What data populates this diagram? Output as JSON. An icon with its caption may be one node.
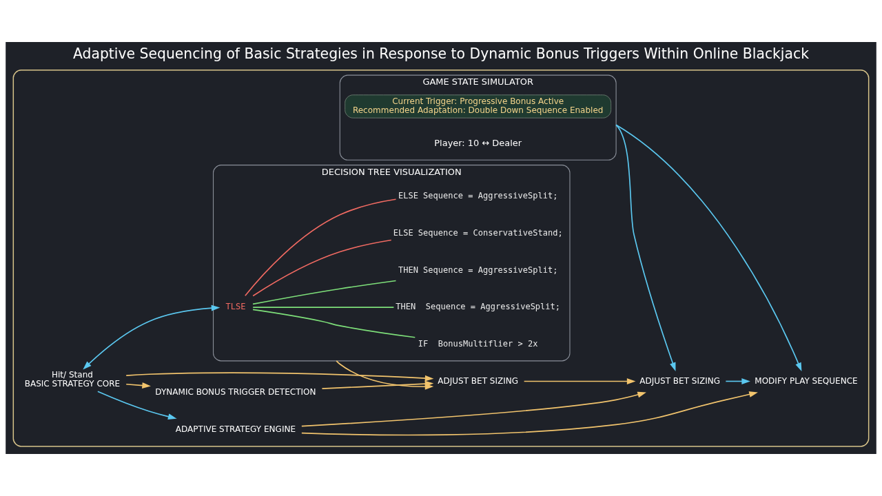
{
  "diagram": {
    "title": "Adaptive Sequencing of Basic Strategies in Response to Dynamic Bonus Triggers Within Online Blackjack",
    "nodes": [
      {
        "text": [],
        "shape": "box"
      },
      {
        "text": [
          "ADAPTIVE STRATEGY ENGINE"
        ],
        "in": 0
      },
      {
        "text": [
          "Hit/ Stand",
          "BASIC STRATEGY CORE"
        ],
        "in": 0
      },
      {
        "text": [
          "DYNAMIC BONUS TRIGGER DETECTION"
        ],
        "in": 0
      },
      {
        "text": [
          "ADJUST BET SIZING"
        ],
        "in": 0
      },
      {
        "text": [
          "ADJUST BET SIZING"
        ],
        "in": 0
      },
      {
        "text": [
          "MODIFY PLAY SEQUENCE"
        ],
        "in": 0
      },
      {
        "text": [
          "DECISION TREE VISUALIZATION"
        ],
        "in": 0
      },
      {
        "text": [
          "TLSE"
        ],
        "in": 7
      },
      {
        "text": [
          "IF  BonusMultiflier > 2x"
        ],
        "in": 7
      },
      {
        "text": [
          "THEN  Sequence = AggressiveSplit;"
        ],
        "in": 7
      },
      {
        "text": [
          "THEN Sequence = AggressiveSplit;"
        ],
        "in": 7
      },
      {
        "text": [
          "ELSE Sequence = ConservativeStand;"
        ],
        "in": 7
      },
      {
        "text": [
          "ELSE Sequence = AggressiveSplit;"
        ],
        "in": 7
      },
      {
        "text": [
          "GAME STATE SIMULATOR"
        ],
        "in": 0
      },
      {
        "text": [
          "Current Trigger: Progressive Bonus Active",
          "Recommended Adaptation: Double Down Sequence Enabled"
        ],
        "in": 14
      }
    ],
    "edges": [
      {
        "from": 2,
        "to": 3,
        "arrow": "to"
      },
      {
        "from": 3,
        "to": 4,
        "arrow": "to"
      },
      {
        "from": 4,
        "to": 5,
        "arrow": "to"
      },
      {
        "from": 5,
        "to": 6,
        "arrow": "to",
        "color": "#5bc8f0"
      },
      {
        "from": 2,
        "to": 1,
        "arrow": "to",
        "color": "#5bc8f0"
      },
      {
        "from": 1,
        "to": 5,
        "arrow": "to"
      },
      {
        "from": 1,
        "to": 6,
        "arrow": "to"
      },
      {
        "from": 2,
        "to": 4,
        "arrow": "to"
      },
      {
        "from": 7,
        "to": 4,
        "arrow": "to"
      },
      {
        "from": 14,
        "to": 5,
        "arrow": "to",
        "color": "#5bc8f0"
      },
      {
        "from": 14,
        "to": 6,
        "arrow": "to",
        "color": "#5bc8f0"
      },
      {
        "from": 2,
        "to": 8,
        "arrow": "both",
        "color": "#5bc8f0"
      },
      {
        "from": 8,
        "to": 9,
        "arrow": "none",
        "color": "#7ee07a"
      },
      {
        "from": 8,
        "to": 10,
        "arrow": "none",
        "color": "#7ee07a"
      },
      {
        "from": 8,
        "to": 11,
        "arrow": "none",
        "color": "#7ee07a"
      },
      {
        "from": 8,
        "to": 12,
        "arrow": "none",
        "color": "#f06a62"
      },
      {
        "from": 8,
        "to": 13,
        "arrow": "none",
        "color": "#f06a62"
      }
    ],
    "labels": [
      "Player: 10 ↔ Dealer"
    ]
  }
}
